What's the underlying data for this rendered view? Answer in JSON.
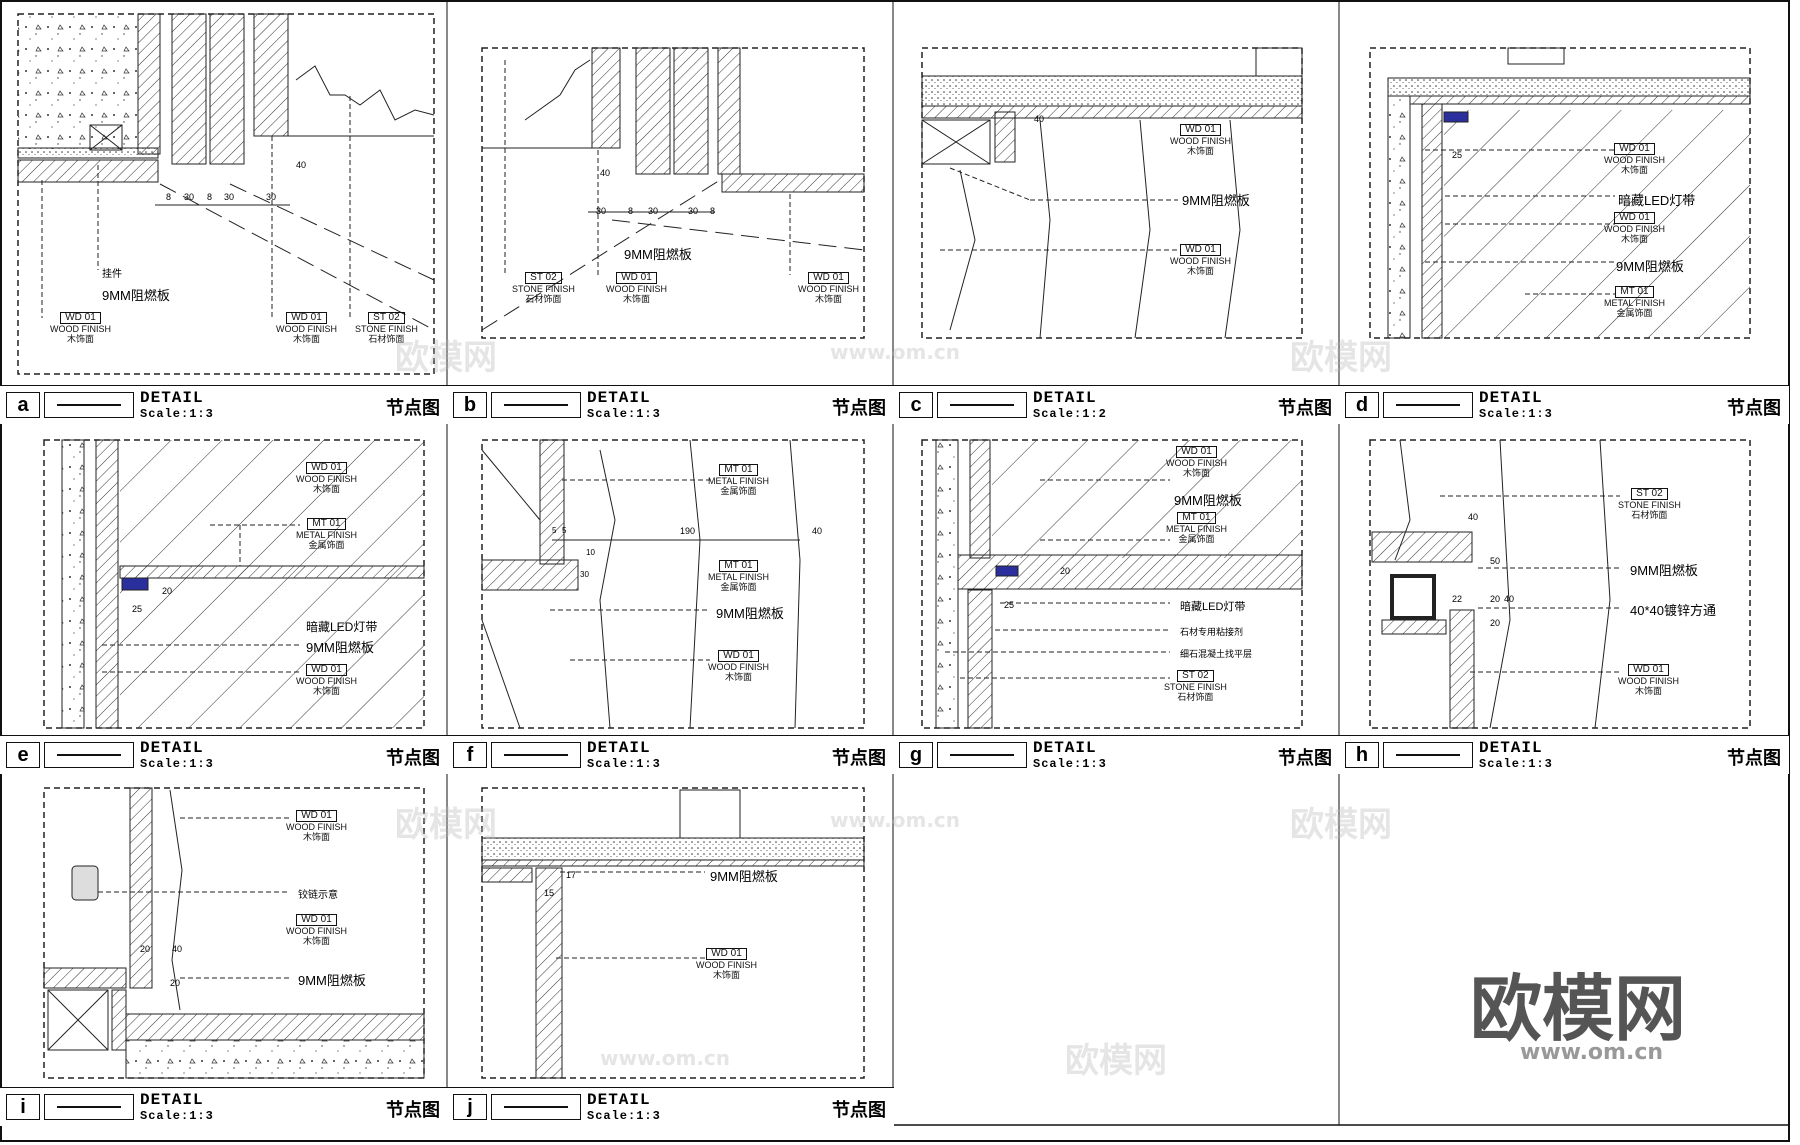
{
  "title_right": "节点图",
  "detail_word": "DETAIL",
  "panels": [
    {
      "id": "a",
      "scale": "Scale:1:3"
    },
    {
      "id": "b",
      "scale": "Scale:1:3"
    },
    {
      "id": "c",
      "scale": "Scale:1:2"
    },
    {
      "id": "d",
      "scale": "Scale:1:3"
    },
    {
      "id": "e",
      "scale": "Scale:1:3"
    },
    {
      "id": "f",
      "scale": "Scale:1:3"
    },
    {
      "id": "g",
      "scale": "Scale:1:3"
    },
    {
      "id": "h",
      "scale": "Scale:1:3"
    },
    {
      "id": "i",
      "scale": "Scale:1:3"
    },
    {
      "id": "j",
      "scale": "Scale:1:3"
    }
  ],
  "tags": {
    "wd": "WD  01",
    "wd_en": "WOOD FINISH",
    "wd_cn": "木饰面",
    "st": "ST  02",
    "st_en": "STONE FINISH",
    "st_cn": "石材饰面",
    "mt": "MT  01",
    "mt_en": "METAL FINISH",
    "mt_cn": "金属饰面"
  },
  "notes": {
    "board9": "9MM阻燃板",
    "hanger": "挂件",
    "led": "暗藏LED灯带",
    "stone_glue": "石材专用粘接剂",
    "leveling": "细石混凝土找平层",
    "steel": "40*40镀锌方通",
    "hinge": "铰链示意"
  },
  "dims": {
    "a": [
      "8",
      "30",
      "8",
      "30",
      "30",
      "40"
    ],
    "b": [
      "30",
      "8",
      "30",
      "30",
      "8",
      "40"
    ],
    "c": [
      "40"
    ],
    "d": [
      "25"
    ],
    "e": [
      "20",
      "25"
    ],
    "f": [
      "190",
      "40",
      "5",
      "5",
      "10",
      "30"
    ],
    "g": [
      "25",
      "20"
    ],
    "h": [
      "40",
      "50",
      "22",
      "20",
      "40",
      "20"
    ],
    "i": [
      "40",
      "20",
      "20"
    ],
    "j": [
      "17",
      "15"
    ]
  },
  "watermarks": {
    "logo": "欧模网",
    "url": "www.om.cn"
  }
}
